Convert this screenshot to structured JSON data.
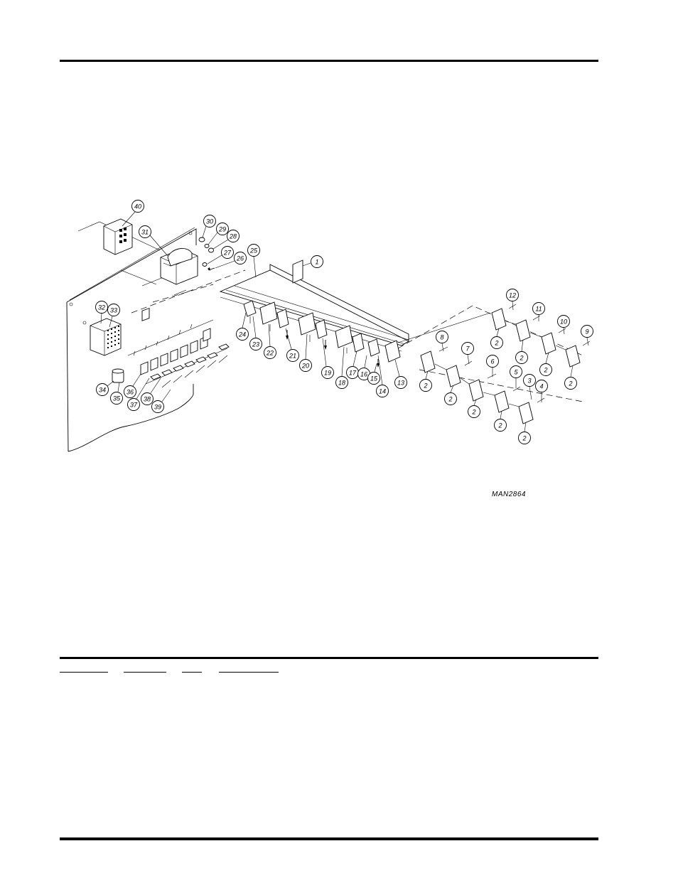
{
  "drawing_id": "MAN2864",
  "callouts": [
    "1",
    "2",
    "3",
    "4",
    "5",
    "6",
    "7",
    "8",
    "9",
    "10",
    "11",
    "12",
    "13",
    "14",
    "15",
    "16",
    "17",
    "18",
    "19",
    "20",
    "21",
    "22",
    "23",
    "24",
    "25",
    "26",
    "27",
    "28",
    "29",
    "30",
    "31",
    "32",
    "33",
    "34",
    "35",
    "36",
    "37",
    "38",
    "39",
    "40"
  ]
}
